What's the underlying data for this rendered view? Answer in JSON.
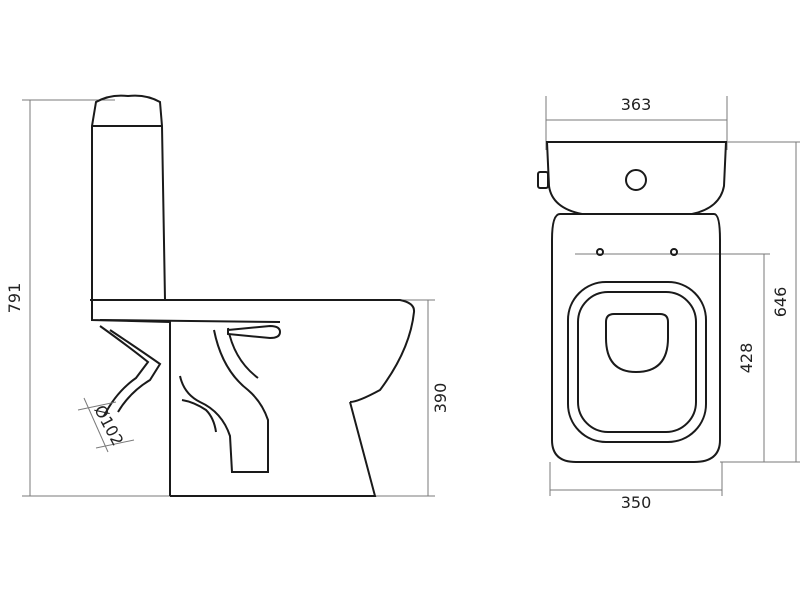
{
  "dimensions": {
    "side_height": "791",
    "side_seat_height": "390",
    "pipe_diameter": "Ø102",
    "top_width": "363",
    "top_length": "646",
    "top_bolt_distance": "428",
    "bottom_width": "350"
  }
}
